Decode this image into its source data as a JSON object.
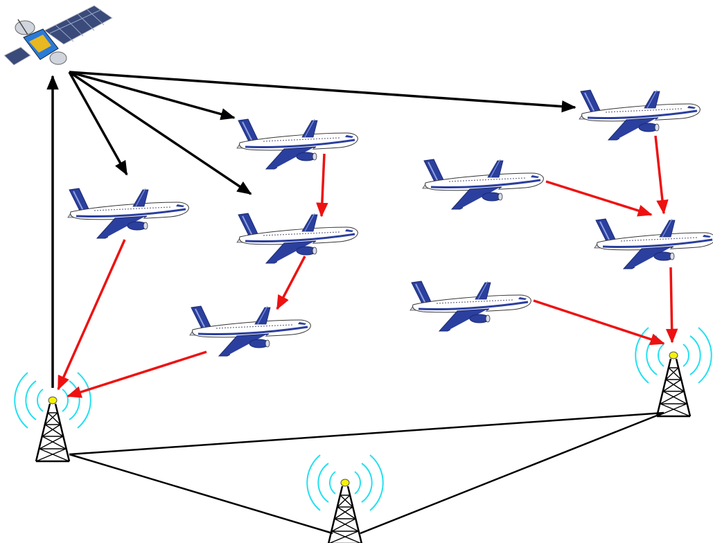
{
  "diagram": {
    "nodes": {
      "satellite": {
        "kind": "satellite"
      },
      "airplanes": [
        {
          "id": "plane-left"
        },
        {
          "id": "plane-center-top"
        },
        {
          "id": "plane-center-middle"
        },
        {
          "id": "plane-center-bottom"
        },
        {
          "id": "plane-right-top"
        },
        {
          "id": "plane-middle-upper"
        },
        {
          "id": "plane-right-middle"
        },
        {
          "id": "plane-middle-lower"
        }
      ],
      "towers": [
        {
          "id": "tower-left"
        },
        {
          "id": "tower-bottom-center"
        },
        {
          "id": "tower-right"
        }
      ]
    },
    "satellite_links": [
      "satellite-to-plane-left",
      "satellite-to-plane-center-top",
      "satellite-to-plane-center-middle",
      "satellite-to-plane-right-top",
      "tower-left-to-satellite"
    ],
    "air_links": [
      "plane-center-top-to-plane-center-middle",
      "plane-center-middle-to-plane-center-bottom",
      "plane-center-bottom-to-tower-left",
      "plane-left-to-tower-left",
      "plane-right-top-to-plane-right-middle",
      "plane-middle-upper-to-plane-right-middle",
      "plane-right-middle-to-tower-right",
      "plane-middle-lower-to-tower-right"
    ],
    "ground_links": [
      "tower-left-to-tower-right",
      "tower-left-to-tower-bottom-center",
      "tower-bottom-center-to-tower-right"
    ],
    "colors": {
      "satellite_link": "#000000",
      "air_link": "#ee1111",
      "ground_link": "#000000",
      "signal_wave": "#22e0f0",
      "antenna_light": "#f5f20a",
      "plane_body": "#ffffff",
      "plane_accent": "#2b3f9e",
      "tower": "#000000",
      "solar_panel": "#3a4a7a",
      "satellite_body": "#2a7ad8"
    }
  }
}
